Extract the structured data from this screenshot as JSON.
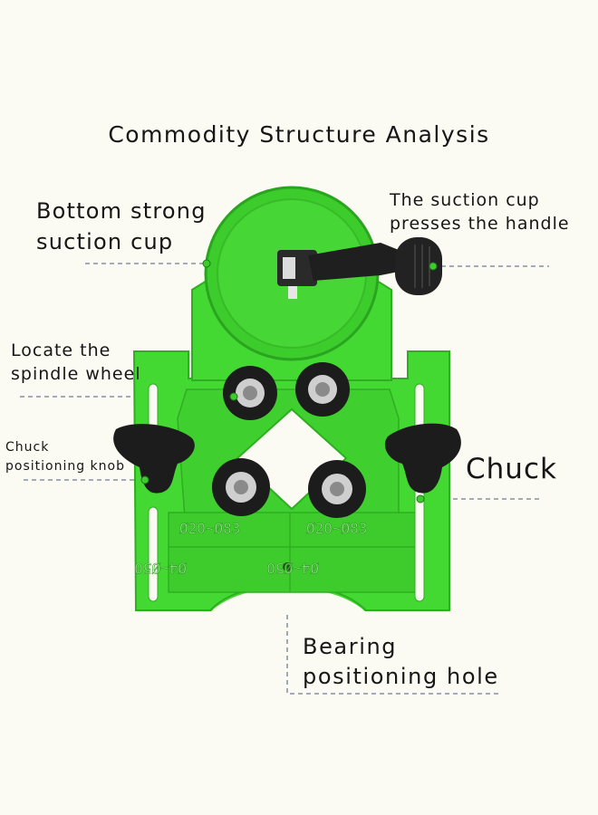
{
  "title": "Commodity Structure Analysis",
  "labels": {
    "bottom_suction": [
      "Bottom strong",
      "suction cup"
    ],
    "suction_handle": [
      "The suction cup",
      "presses the handle"
    ],
    "spindle": [
      "Locate the",
      "spindle wheel"
    ],
    "chuck_knob": [
      "Chuck",
      "positioning knob"
    ],
    "chuck": "Chuck",
    "bearing": [
      "Bearing",
      "positioning hole"
    ]
  },
  "scales": {
    "upper_left": "Ø20~Ø83",
    "upper_right": "Ø20~Ø83",
    "lower_left": "Ø4~Ø50",
    "lower_right": "Ø4~Ø50"
  },
  "colors": {
    "body": "#44d832",
    "body_dark": "#2fae22",
    "knob": "#1c1c1c",
    "leader": "#6b7e95",
    "background": "#fbfbf3"
  }
}
